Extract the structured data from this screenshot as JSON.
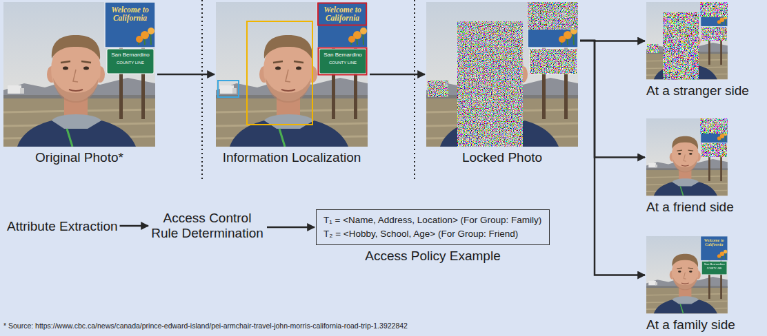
{
  "diagram": {
    "nodes": [
      {
        "text": [
          "Original Photo*"
        ]
      },
      {
        "text": [
          "Information Localization"
        ]
      },
      {
        "text": [
          "Locked Photo"
        ]
      },
      {
        "text": [
          "At a stranger side"
        ]
      },
      {
        "text": [
          "At a friend side"
        ]
      },
      {
        "text": [
          "At a family side"
        ]
      },
      {
        "text": [
          "Attribute Extraction"
        ]
      },
      {
        "text": [
          "Access Control Rule Determination"
        ]
      },
      {
        "text": [
          "T₁ = <Name, Address, Location> (For Group: Family)",
          "T₂ = <Hobby, School, Age> (For Group: Friend)",
          "Access Policy Example"
        ]
      }
    ],
    "edges": [
      {
        "from": 0,
        "to": 1,
        "arrow": "to"
      },
      {
        "from": 1,
        "to": 2,
        "arrow": "to"
      },
      {
        "from": 2,
        "to": 3,
        "arrow": "to"
      },
      {
        "from": 2,
        "to": 4,
        "arrow": "to"
      },
      {
        "from": 2,
        "to": 5,
        "arrow": "to"
      },
      {
        "from": 6,
        "to": 7,
        "arrow": "to"
      },
      {
        "from": 7,
        "to": 8,
        "arrow": "to"
      }
    ],
    "labels": [
      "Welcome to California",
      "San Bernardino",
      "COUNTY LINE",
      "Welcome to California",
      "San Bernardino",
      "COUNTY LINE",
      "Welcome to California",
      "San Bernardino",
      "COUNTY LINE",
      "* Source: https://www.cbc.ca/news/canada/prince-edward-island/pei-armchair-travel-john-morris-california-road-trip-1.3922842"
    ]
  }
}
